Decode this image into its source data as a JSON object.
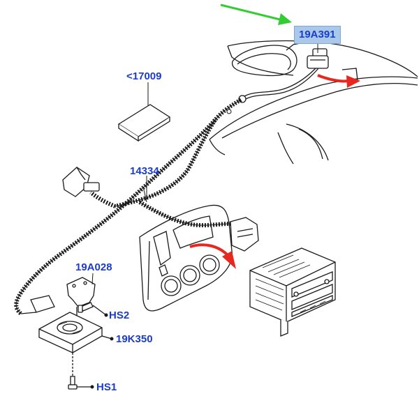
{
  "callouts": {
    "c19A391": "19A391",
    "c17009": "<17009",
    "c14334": "14334",
    "c19A028": "19A028",
    "cHS2": "HS2",
    "c19K350": "19K350",
    "cHS1": "HS1"
  },
  "colors": {
    "callout_text": "#1a3cc8",
    "highlight_box": "#a9c8ea",
    "pointer_arrow": "#33cc33",
    "direction_arrow": "#e8281e",
    "line_art": "#1a1a1a"
  },
  "icons": [
    "green-pointer-arrow-icon",
    "red-direction-arrow-icon"
  ]
}
